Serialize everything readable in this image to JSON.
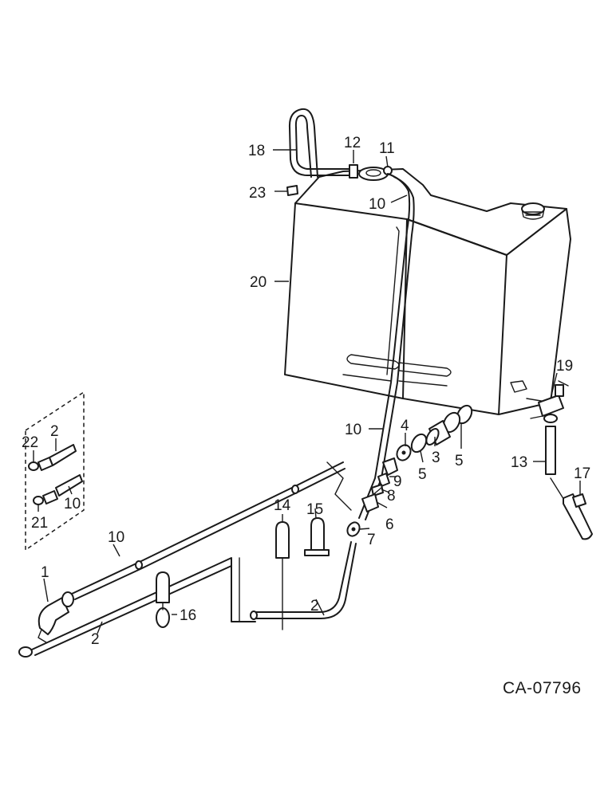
{
  "drawing": {
    "reference_code": "CA-07796"
  },
  "callouts": [
    {
      "id": "c1",
      "label": "1"
    },
    {
      "id": "c2a",
      "label": "2"
    },
    {
      "id": "c2b",
      "label": "2"
    },
    {
      "id": "c2c",
      "label": "2"
    },
    {
      "id": "c3",
      "label": "3"
    },
    {
      "id": "c4",
      "label": "4"
    },
    {
      "id": "c5a",
      "label": "5"
    },
    {
      "id": "c5b",
      "label": "5"
    },
    {
      "id": "c6",
      "label": "6"
    },
    {
      "id": "c7",
      "label": "7"
    },
    {
      "id": "c8",
      "label": "8"
    },
    {
      "id": "c9",
      "label": "9"
    },
    {
      "id": "c10a",
      "label": "10"
    },
    {
      "id": "c10b",
      "label": "10"
    },
    {
      "id": "c10c",
      "label": "10"
    },
    {
      "id": "c10d",
      "label": "10"
    },
    {
      "id": "c11",
      "label": "11"
    },
    {
      "id": "c12",
      "label": "12"
    },
    {
      "id": "c13",
      "label": "13"
    },
    {
      "id": "c14",
      "label": "14"
    },
    {
      "id": "c15",
      "label": "15"
    },
    {
      "id": "c16",
      "label": "16"
    },
    {
      "id": "c17",
      "label": "17"
    },
    {
      "id": "c18",
      "label": "18"
    },
    {
      "id": "c19",
      "label": "19"
    },
    {
      "id": "c20",
      "label": "20"
    },
    {
      "id": "c21",
      "label": "21"
    },
    {
      "id": "c22",
      "label": "22"
    },
    {
      "id": "c23",
      "label": "23"
    }
  ]
}
